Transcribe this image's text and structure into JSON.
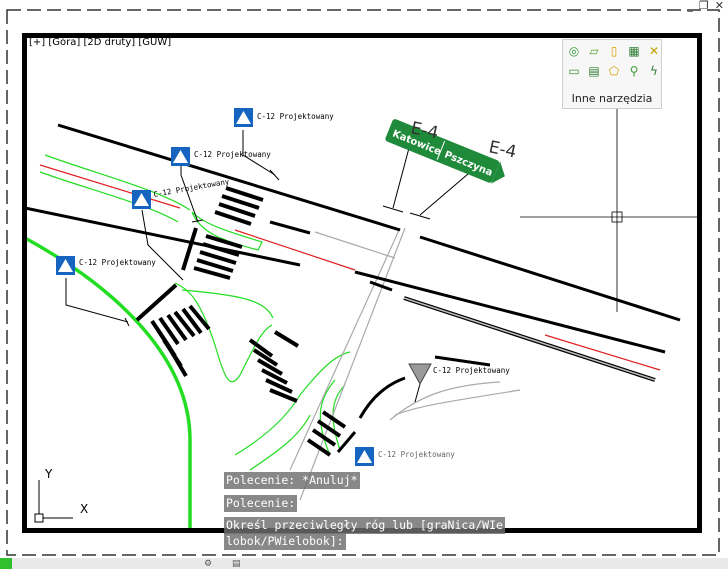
{
  "window_controls": {
    "minimize": "_",
    "restore": "❐",
    "close": "✕"
  },
  "viewport": {
    "label_plus": "[+]",
    "label_view": "[Góra]",
    "label_style": "[2D druty]",
    "label_ucs": "[GUW]"
  },
  "tools_panel": {
    "title": "Inne narzędzia"
  },
  "signs": {
    "c12_a": "C-12  Projektowany",
    "c12_b": "C-12  Projektowany",
    "c12_c": "C-12  Projektowany",
    "c12_d": "C-12  Projektowany",
    "c12_e": "C-12  Projektowany",
    "c12_f": "C-12  Projektowany",
    "e4_a": "E-4",
    "e4_b": "E-4",
    "dest_1": "Katowice",
    "dest_2": "Pszczyna"
  },
  "ucs_icon": {
    "x": "X",
    "y": "Y"
  },
  "command_line": {
    "line1": "Polecenie: *Anuluj*",
    "line2": "Polecenie:",
    "line3a": "Określ przeciwległy róg lub [graNica/WIe",
    "line3b": "lobok/PWielobok]:"
  },
  "colors": {
    "road_green": "#22dd22",
    "lane_red": "#e02020",
    "sign_blue": "#1565c0",
    "sign_green": "#1f8a3a"
  }
}
